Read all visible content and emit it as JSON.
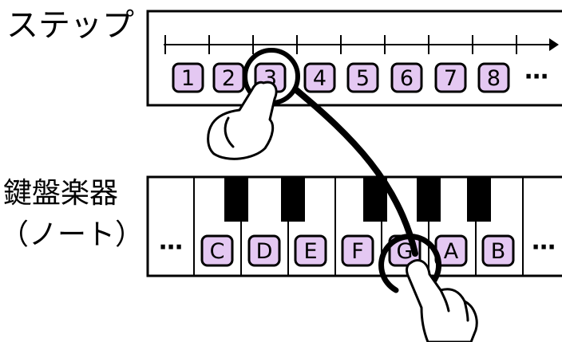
{
  "labels": {
    "step_row": "ステップ",
    "keyboard_line1": "鍵盤楽器",
    "keyboard_line2": "（ノート）"
  },
  "steps": [
    "1",
    "2",
    "3",
    "4",
    "5",
    "6",
    "7",
    "8"
  ],
  "steps_ellipsis": "⋯",
  "notes": [
    "C",
    "D",
    "E",
    "F",
    "G",
    "A",
    "B"
  ],
  "notes_ellipsis_left": "⋯",
  "notes_ellipsis_right": "⋯",
  "selected_step": "3",
  "selected_note": "G",
  "colors": {
    "tile_fill": "#e4c8f2",
    "stroke": "#000000",
    "panel_fill": "#ffffff"
  }
}
